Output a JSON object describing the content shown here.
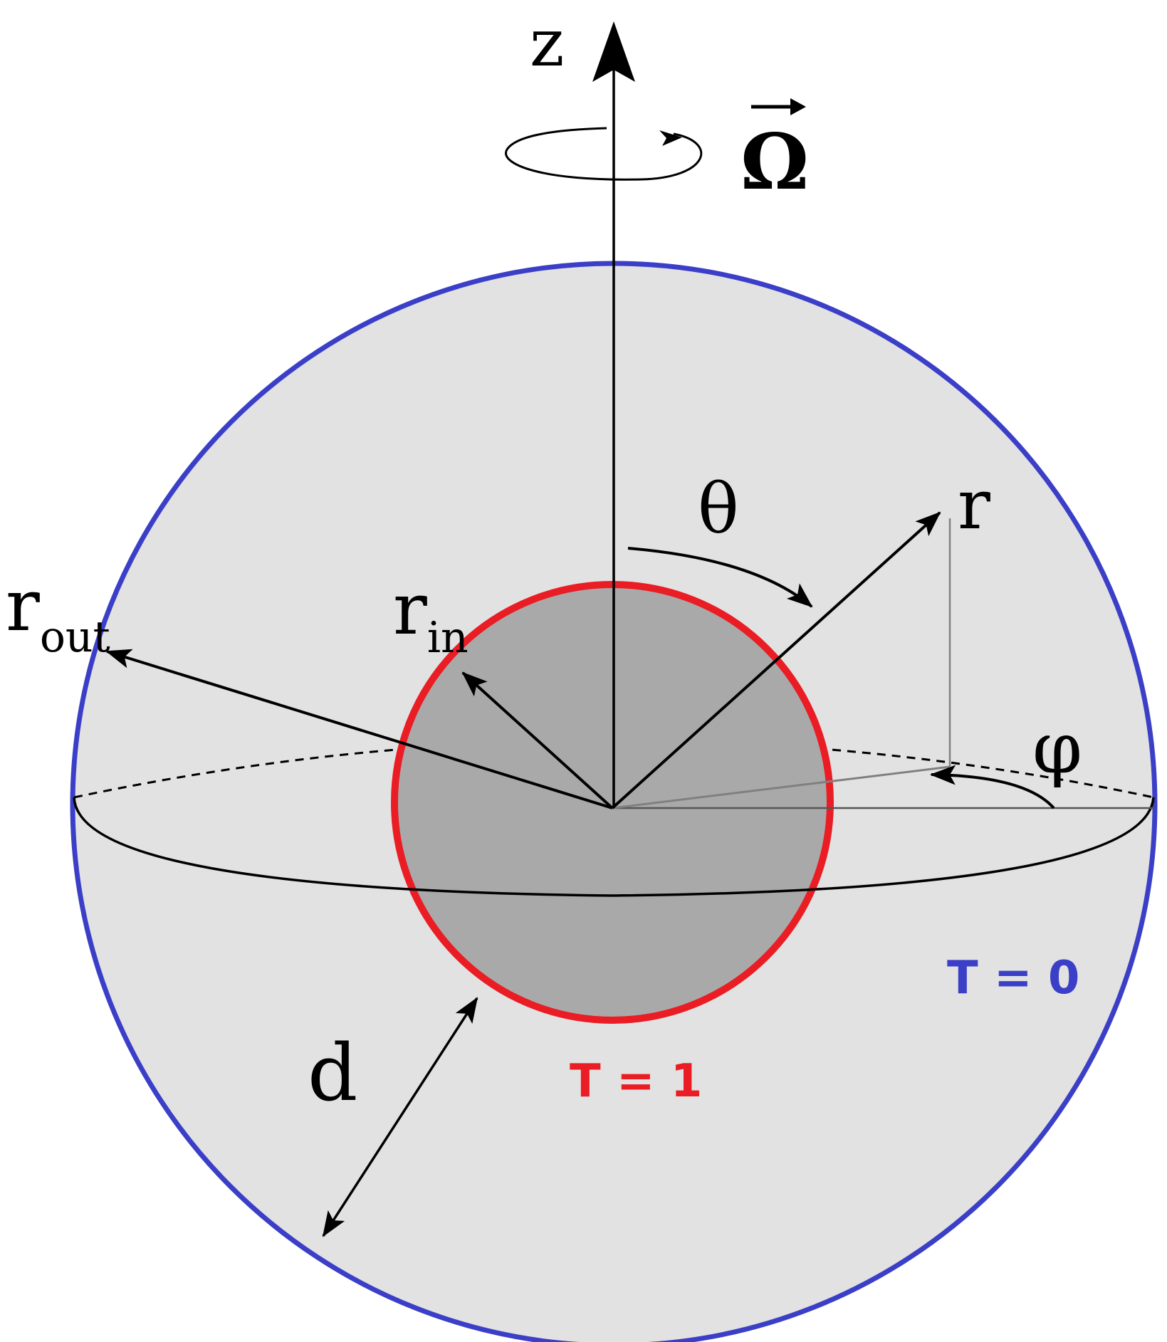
{
  "labels": {
    "z_axis": "z",
    "omega": "Ω",
    "theta": "θ",
    "r": "r",
    "r_out_main": "r",
    "r_out_sub": "out",
    "r_in_main": "r",
    "r_in_sub": "in",
    "phi": "φ",
    "d": "d",
    "inner_boundary": "T = 1",
    "outer_boundary": "T = 0"
  },
  "colors": {
    "outer_sphere_stroke": "#3b3fc8",
    "outer_sphere_fill": "#e2e2e2",
    "inner_sphere_stroke": "#ea1c24",
    "inner_sphere_fill": "#a9a9a9",
    "line": "#000000",
    "projection_line": "#808080"
  }
}
